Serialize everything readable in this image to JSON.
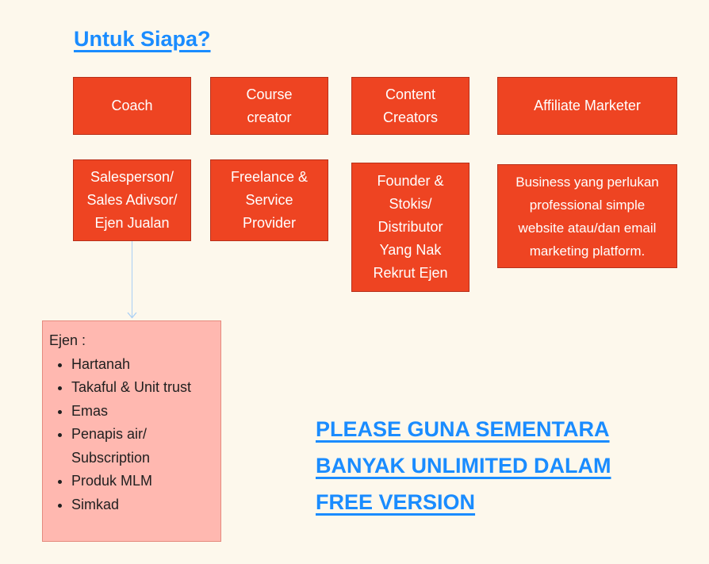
{
  "title": "Untuk Siapa?",
  "boxes": {
    "coach": "Coach",
    "course_creator": "Course\ncreator",
    "content_creators": "Content\nCreators",
    "affiliate": "Affiliate Marketer",
    "salesperson": "Salesperson/\nSales Adivsor/\nEjen Jualan",
    "freelance": "Freelance &\nService\nProvider",
    "founder": "Founder &\nStokis/\nDistributor\nYang Nak\nRekrut Ejen",
    "business": "Business yang perlukan\nprofessional simple\nwebsite atau/dan email\nmarketing platform."
  },
  "note": {
    "heading": "Ejen :",
    "items": [
      "Hartanah",
      "Takaful & Unit trust",
      "Emas",
      "Penapis air/ Subscription",
      "Produk MLM",
      "Simkad"
    ]
  },
  "cta": {
    "line1": "PLEASE GUNA SEMENTARA",
    "line2": "BANYAK UNLIMITED DALAM",
    "line3": "FREE VERSION"
  },
  "colors": {
    "accent": "#1a8cff",
    "box": "#ee4422",
    "note": "#ffb8b0",
    "background": "#fdf8ec"
  }
}
